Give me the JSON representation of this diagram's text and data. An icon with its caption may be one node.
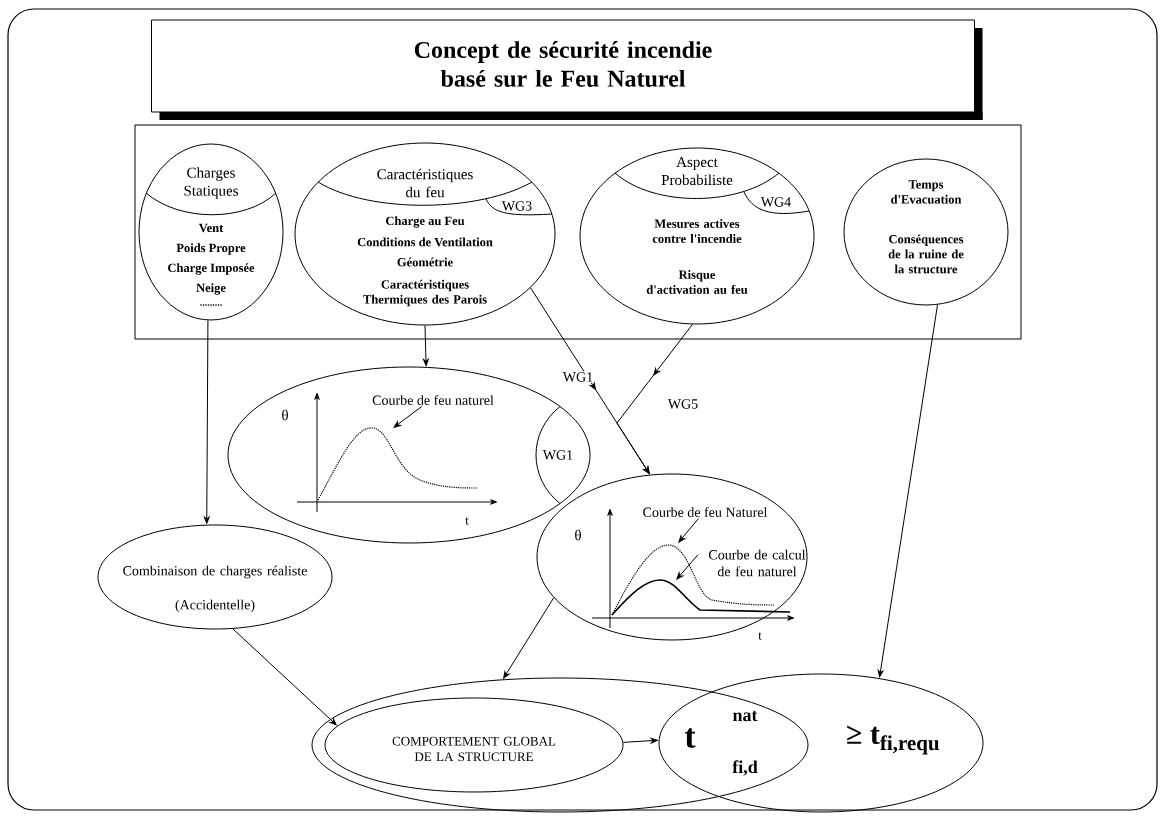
{
  "diagram": {
    "nodes": [
      {
        "text": [
          "Concept de sécurité incendie basé sur le Feu Naturel"
        ]
      },
      {
        "text": [],
        "shape": "box"
      },
      {
        "text": [
          "Charges Statiques",
          "Vent",
          "Poids Propre",
          "Charge Imposée",
          "Neige",
          "........."
        ],
        "in": 1
      },
      {
        "text": [
          "Caractéristiques du feu",
          "WG3",
          "Charge au Feu",
          "Conditions de Ventilation",
          "Géométrie",
          "Caractéristiques Thermiques des Parois"
        ],
        "in": 1
      },
      {
        "text": [
          "Aspect Probabiliste",
          "WG4",
          "Mesures actives contre l'incendie",
          "Risque d'activation au feu"
        ],
        "in": 1
      },
      {
        "text": [
          "Temps d'Evacuation",
          "Conséquences de la ruine de la structure"
        ],
        "in": 1
      },
      {
        "text": [
          "θ",
          "t",
          "WG1"
        ]
      },
      {
        "text": [
          "Courbe de feu naturel"
        ],
        "in": 6
      },
      {
        "text": [
          "Combinaison de charges réaliste",
          "(Accidentelle)"
        ]
      },
      {
        "text": [
          "θ",
          "t"
        ]
      },
      {
        "text": [
          "Courbe de feu Naturel"
        ],
        "in": 9
      },
      {
        "text": [
          "Courbe de calcul de feu naturel"
        ],
        "in": 9
      },
      {
        "text": [],
        "shape": "ellipse"
      },
      {
        "text": [
          "COMPORTEMENT GLOBAL DE LA STRUCTURE"
        ],
        "in": 12
      },
      {
        "text": [
          "t",
          "nat",
          "fi,d",
          "≥ t$_{fi,requ}$"
        ]
      }
    ],
    "edges": [
      {
        "from": 2,
        "to": 8,
        "arrow": "to"
      },
      {
        "from": 3,
        "to": 6,
        "arrow": "to"
      },
      {
        "from": 3,
        "to": 9,
        "arrow": "to",
        "label": "WG1"
      },
      {
        "from": 4,
        "to": 9,
        "arrow": "to",
        "label": "WG5"
      },
      {
        "from": 9,
        "to": 12,
        "arrow": "to"
      },
      {
        "from": 8,
        "to": 13,
        "arrow": "to"
      },
      {
        "from": 13,
        "to": 14,
        "arrow": "to"
      },
      {
        "from": 5,
        "to": 14,
        "arrow": "to"
      },
      {
        "from": 7,
        "to": null,
        "arrow": "to"
      },
      {
        "from": 10,
        "to": null,
        "arrow": "to"
      },
      {
        "from": 11,
        "to": null,
        "arrow": "to"
      }
    ]
  }
}
